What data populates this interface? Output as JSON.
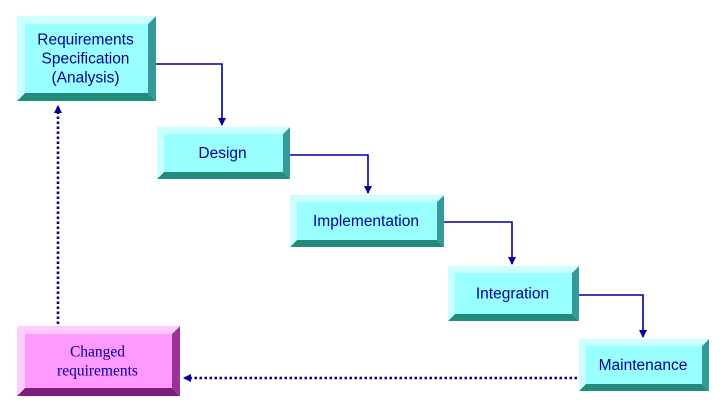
{
  "diagram": {
    "stages": [
      {
        "id": "requirements",
        "lines": [
          "Requirements",
          "Specification",
          "(Analysis)"
        ]
      },
      {
        "id": "design",
        "lines": [
          "Design"
        ]
      },
      {
        "id": "implementation",
        "lines": [
          "Implementation"
        ]
      },
      {
        "id": "integration",
        "lines": [
          "Integration"
        ]
      },
      {
        "id": "maintenance",
        "lines": [
          "Maintenance"
        ]
      }
    ],
    "feedback": {
      "id": "changed-requirements",
      "lines": [
        "Changed",
        "requirements"
      ]
    },
    "colors": {
      "stage_face": "#99ffff",
      "stage_side": "#339999",
      "stage_bottom": "#228b7a",
      "stage_highlight": "#ccffff",
      "feedback_face": "#ff99ff",
      "feedback_side": "#993399",
      "feedback_bottom": "#7a1f7a",
      "feedback_highlight": "#ffccff",
      "text": "#000099",
      "arrow": "#000099"
    }
  }
}
